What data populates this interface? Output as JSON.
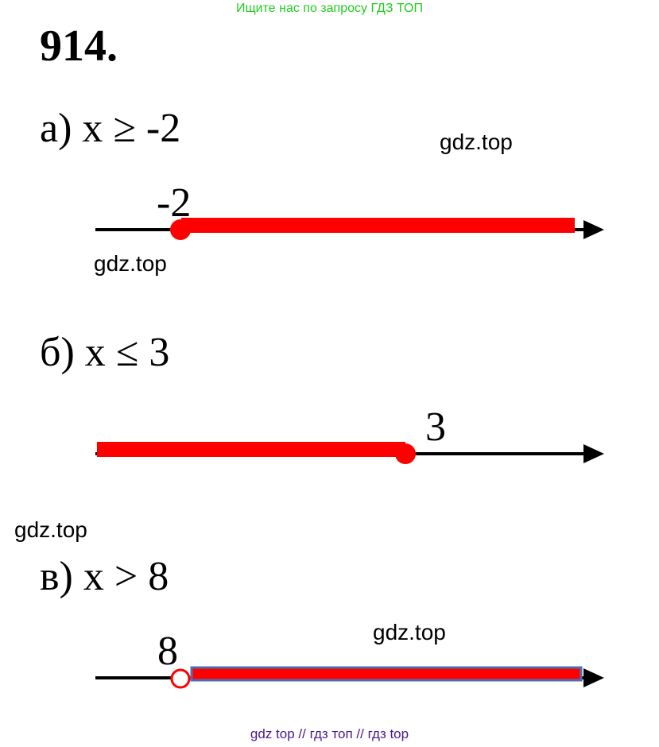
{
  "banner": "Ищите нас по запросу ГДЗ ТОП",
  "problem_number": "914.",
  "watermark": "gdz.top",
  "parts": [
    {
      "label": "а) x ≥ -2",
      "point_label": "-2",
      "point_value": -2,
      "point_style": "filled",
      "ray_direction": "right",
      "colors": {
        "ray": "#ff0000",
        "point": "#ff0000",
        "axis": "#000000"
      }
    },
    {
      "label": "б) x ≤ 3",
      "point_label": "3",
      "point_value": 3,
      "point_style": "filled",
      "ray_direction": "left",
      "colors": {
        "ray": "#ff0000",
        "point": "#ff0000",
        "axis": "#000000"
      }
    },
    {
      "label": "в) x > 8",
      "point_label": "8",
      "point_value": 8,
      "point_style": "open",
      "ray_direction": "right",
      "colors": {
        "ray": "#ff0000",
        "ray_outline": "#4a6fb5",
        "point": "#ff0000",
        "axis": "#000000"
      }
    }
  ],
  "footer": "gdz top  //  гдз топ  //  гдз top"
}
